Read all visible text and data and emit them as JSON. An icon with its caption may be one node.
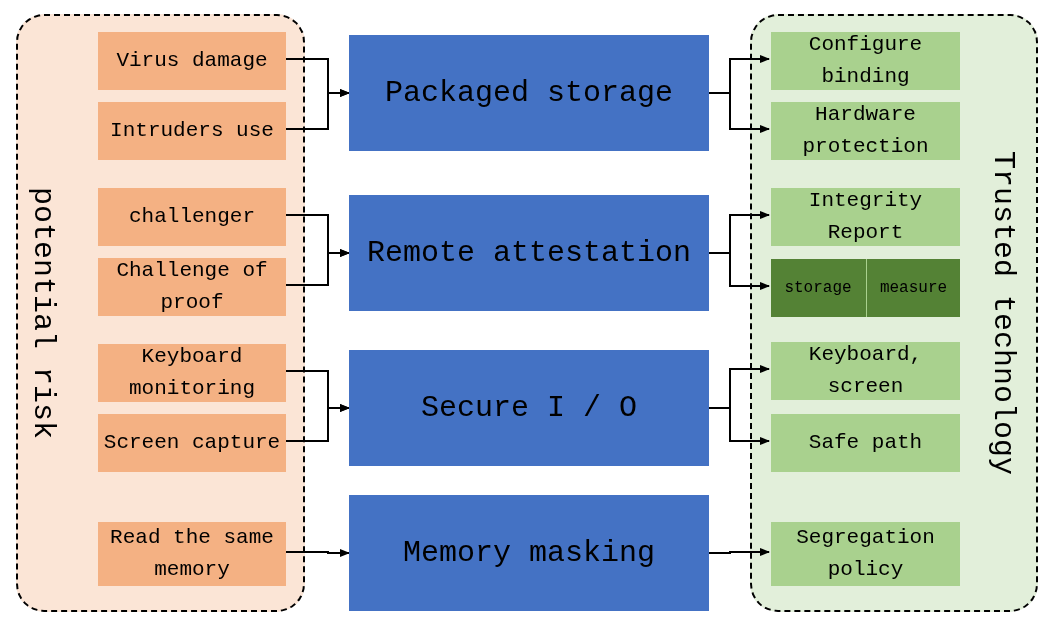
{
  "diagram": {
    "nodes": [
      {
        "text": [
          "potential risk"
        ]
      },
      {
        "text": [
          "Virus damage"
        ],
        "in": 0
      },
      {
        "text": [
          "Intruders use"
        ],
        "in": 0
      },
      {
        "text": [
          "challenger"
        ],
        "in": 0
      },
      {
        "text": [
          "Challenge of proof"
        ],
        "in": 0
      },
      {
        "text": [
          "Keyboard monitoring"
        ],
        "in": 0
      },
      {
        "text": [
          "Screen capture"
        ],
        "in": 0
      },
      {
        "text": [
          "Read the same memory"
        ],
        "in": 0
      },
      {
        "text": [
          "Packaged storage"
        ]
      },
      {
        "text": [
          "Remote attestation"
        ]
      },
      {
        "text": [
          "Secure I / O"
        ]
      },
      {
        "text": [
          "Memory masking"
        ]
      },
      {
        "text": [
          "Trusted technology"
        ]
      },
      {
        "text": [
          "Configure binding"
        ],
        "in": 12
      },
      {
        "text": [
          "Hardware protection"
        ],
        "in": 12
      },
      {
        "text": [
          "Integrity Report"
        ],
        "in": 12
      },
      {
        "text": [],
        "shape": "box",
        "in": 12
      },
      {
        "text": [
          "storage"
        ],
        "in": 16
      },
      {
        "text": [
          "measure"
        ],
        "in": 16
      },
      {
        "text": [
          "Keyboard, screen"
        ],
        "in": 12
      },
      {
        "text": [
          "Safe path"
        ],
        "in": 12
      },
      {
        "text": [
          "Segregation policy"
        ],
        "in": 12
      }
    ],
    "edges": [
      {
        "from": 1,
        "to": 8,
        "arrow": "to"
      },
      {
        "from": 2,
        "to": 8,
        "arrow": "to"
      },
      {
        "from": 3,
        "to": 9,
        "arrow": "to"
      },
      {
        "from": 4,
        "to": 9,
        "arrow": "to"
      },
      {
        "from": 5,
        "to": 10,
        "arrow": "to"
      },
      {
        "from": 6,
        "to": 10,
        "arrow": "to"
      },
      {
        "from": 7,
        "to": 11,
        "arrow": "to"
      },
      {
        "from": 8,
        "to": 13,
        "arrow": "to"
      },
      {
        "from": 8,
        "to": 14,
        "arrow": "to"
      },
      {
        "from": 9,
        "to": 15,
        "arrow": "to"
      },
      {
        "from": 9,
        "to": 16,
        "arrow": "to"
      },
      {
        "from": 10,
        "to": 19,
        "arrow": "to"
      },
      {
        "from": 10,
        "to": 20,
        "arrow": "to"
      },
      {
        "from": 11,
        "to": 21,
        "arrow": "to"
      }
    ]
  }
}
